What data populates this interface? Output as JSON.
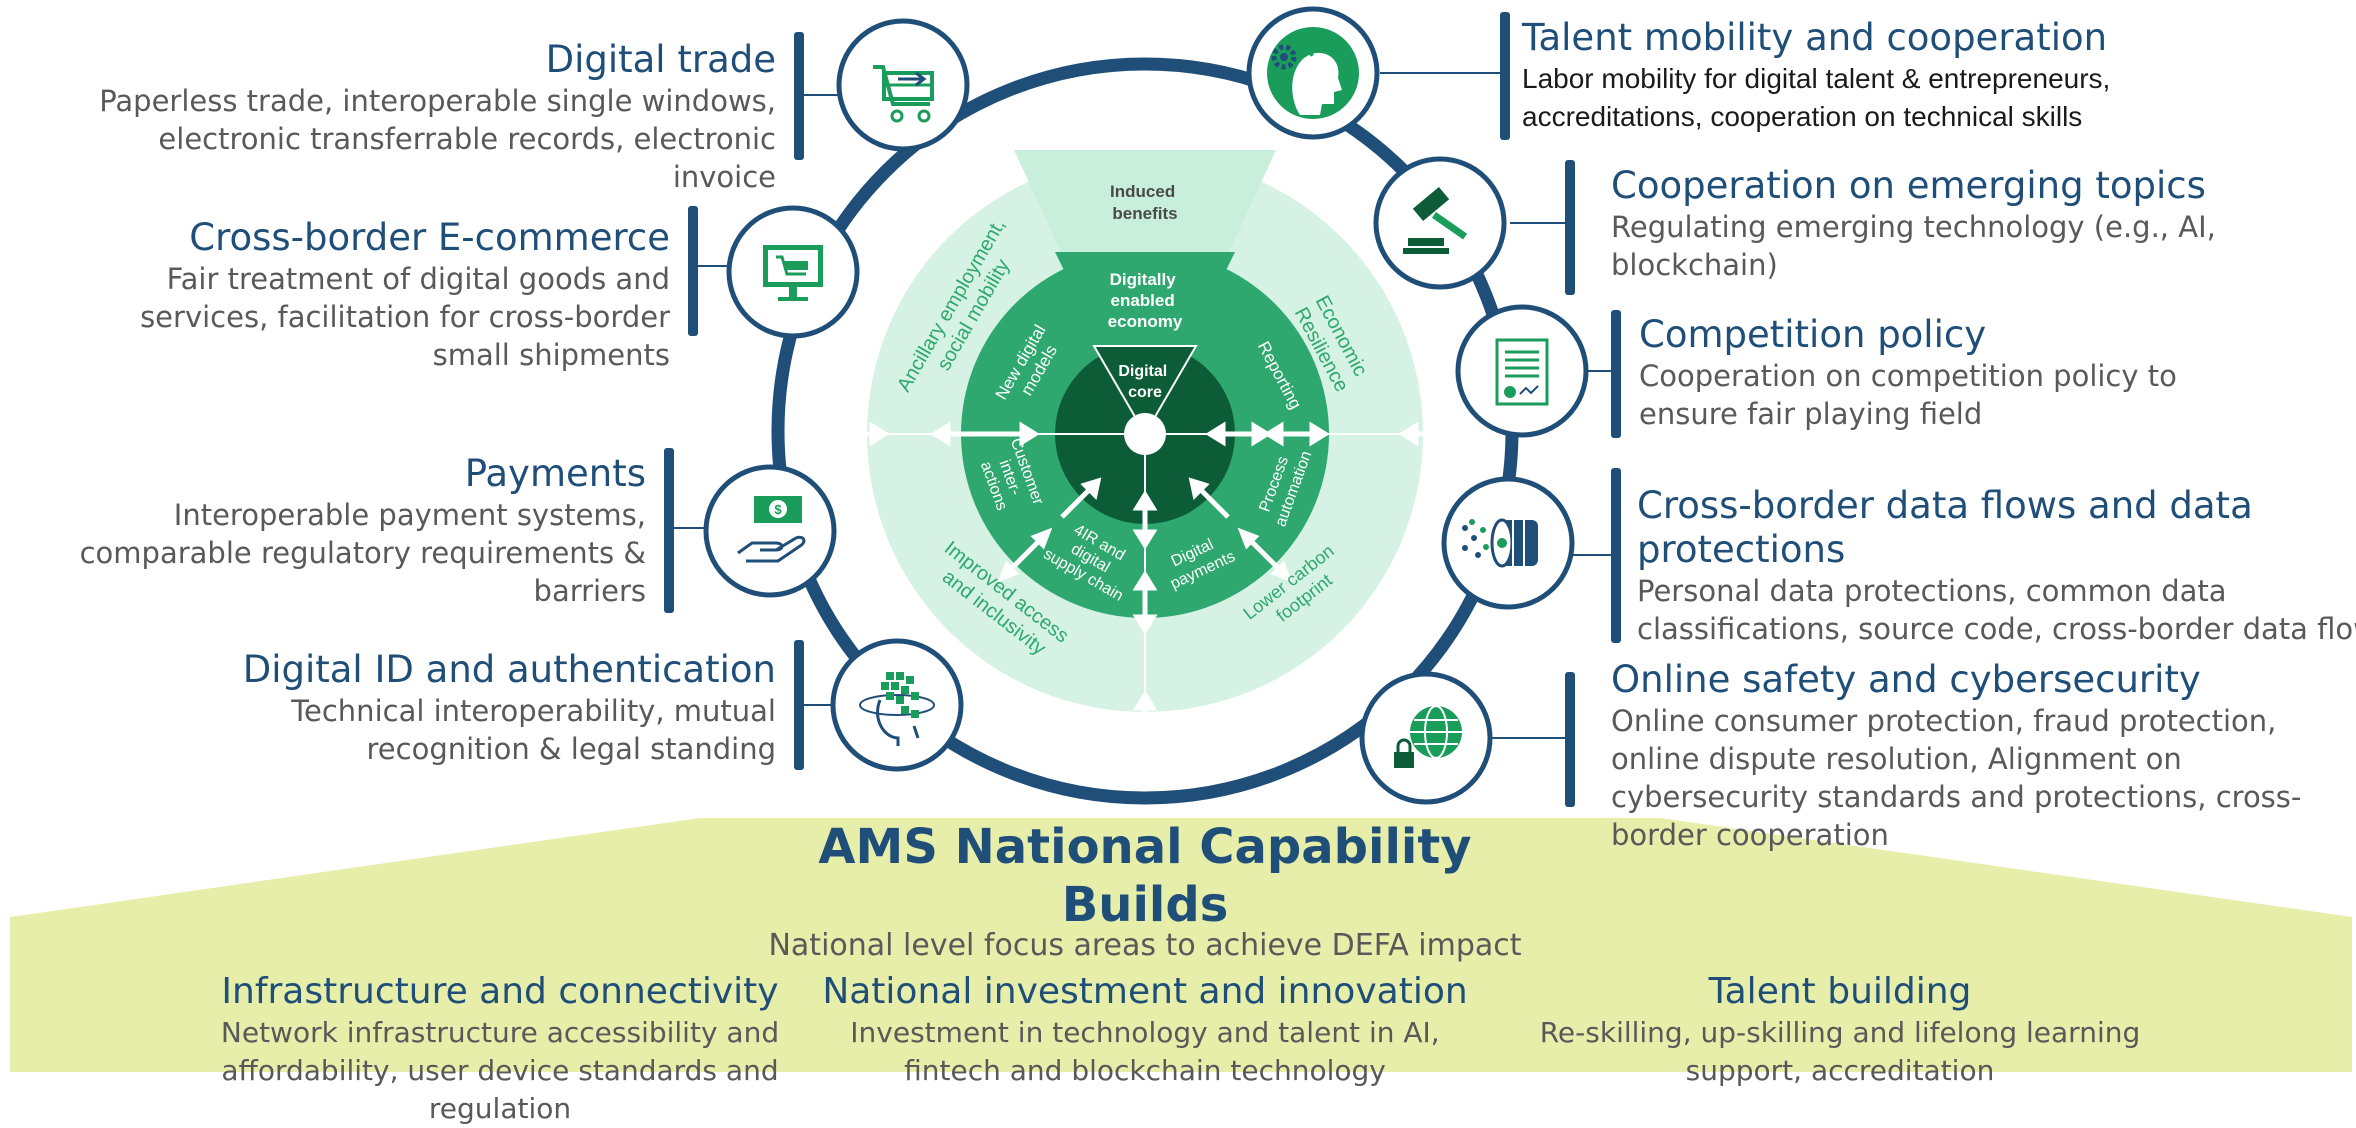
{
  "colors": {
    "dark_blue": "#1f4e79",
    "grey_text": "#595959",
    "ring_dark": "#1f4e79",
    "pale_green": "#d5f2e4",
    "light_green": "#b3e8cf",
    "mid_green": "#2ea86e",
    "core_green": "#0d5c38",
    "icon_green": "#1a9c5b",
    "base_yellow": "#e6eeaa"
  },
  "outer_topics": [
    {
      "id": "digital-trade",
      "title": "Digital trade",
      "desc": [
        "Paperless trade, interoperable single windows,",
        "electronic transferrable records, electronic",
        "invoice"
      ],
      "icon": "shopping-cart-icon"
    },
    {
      "id": "cross-border-ecommerce",
      "title": "Cross-border E-commerce",
      "desc": [
        "Fair treatment of digital goods and",
        "services, facilitation for cross-border",
        "small shipments"
      ],
      "icon": "computer-cart-icon"
    },
    {
      "id": "payments",
      "title": "Payments",
      "desc": [
        "Interoperable payment systems,",
        "comparable regulatory requirements &",
        "barriers"
      ],
      "icon": "money-hand-icon"
    },
    {
      "id": "digital-id",
      "title": "Digital ID and authentication",
      "desc": [
        "Technical interoperability, mutual",
        "recognition & legal standing"
      ],
      "icon": "digital-head-icon"
    },
    {
      "id": "talent-mobility",
      "title": "Talent mobility and cooperation",
      "desc": [
        "Labor mobility for digital talent & entrepreneurs,",
        "accreditations, cooperation on technical skills"
      ],
      "icon": "head-gears-icon"
    },
    {
      "id": "emerging-topics",
      "title": "Cooperation on emerging topics",
      "desc": [
        "Regulating emerging technology (e.g., AI,",
        "blockchain)"
      ],
      "icon": "gavel-icon"
    },
    {
      "id": "competition-policy",
      "title": "Competition policy",
      "desc": [
        "Cooperation on competition policy to",
        "ensure fair playing field"
      ],
      "icon": "document-icon"
    },
    {
      "id": "data-flows",
      "title": "Cross-border data flows and data protections",
      "title_lines": [
        "Cross-border data flows and data",
        "protections"
      ],
      "desc": [
        "Personal data protections, common data",
        "classifications, source code, cross-border data flows"
      ],
      "icon": "data-storage-icon"
    },
    {
      "id": "online-safety",
      "title": "Online safety and cybersecurity",
      "desc": [
        "Online consumer protection, fraud protection,",
        "online dispute resolution, Alignment on",
        "cybersecurity standards and protections, cross-",
        "border cooperation"
      ],
      "icon": "globe-lock-icon"
    }
  ],
  "wheel": {
    "funnel": [
      {
        "id": "induced",
        "lines": [
          "Induced",
          "benefits"
        ]
      },
      {
        "id": "digitally-enabled",
        "lines": [
          "Digitally",
          "enabled",
          "economy"
        ]
      },
      {
        "id": "digital-core",
        "lines": [
          "Digital",
          "core"
        ]
      }
    ],
    "outer_ring_labels": [
      {
        "id": "ancillary",
        "lines": [
          "Ancillary employment,",
          "social mobility"
        ]
      },
      {
        "id": "economic-resilience",
        "lines": [
          "Economic",
          "Resilience"
        ]
      },
      {
        "id": "improved-access",
        "lines": [
          "Improved access",
          "and inclusivity"
        ]
      },
      {
        "id": "lower-carbon",
        "lines": [
          "Lower carbon",
          "footprint"
        ]
      }
    ],
    "inner_ring_labels": [
      {
        "id": "new-digital-models",
        "lines": [
          "New digital",
          "models"
        ]
      },
      {
        "id": "reporting",
        "lines": [
          "Reporting"
        ]
      },
      {
        "id": "customer-interactions",
        "lines": [
          "Customer",
          "inter-",
          "actions"
        ]
      },
      {
        "id": "process-automation",
        "lines": [
          "Process",
          "automation"
        ]
      },
      {
        "id": "4ir-supply-chain",
        "lines": [
          "4IR and",
          "digital",
          "supply chain"
        ]
      },
      {
        "id": "digital-payments",
        "lines": [
          "Digital",
          "payments"
        ]
      }
    ]
  },
  "ams": {
    "title_lines": [
      "AMS National Capability",
      "Builds"
    ],
    "subtitle": "National level focus areas to achieve DEFA impact"
  },
  "bottom_columns": [
    {
      "id": "infrastructure",
      "title": "Infrastructure and connectivity",
      "desc": [
        "Network infrastructure accessibility and",
        "affordability, user device standards and",
        "regulation"
      ]
    },
    {
      "id": "investment",
      "title": "National investment and innovation",
      "desc": [
        "Investment in technology and talent in AI,",
        "fintech and blockchain technology"
      ]
    },
    {
      "id": "talent-building",
      "title": "Talent building",
      "desc": [
        "Re-skilling, up-skilling and lifelong learning",
        "support, accreditation"
      ]
    }
  ]
}
